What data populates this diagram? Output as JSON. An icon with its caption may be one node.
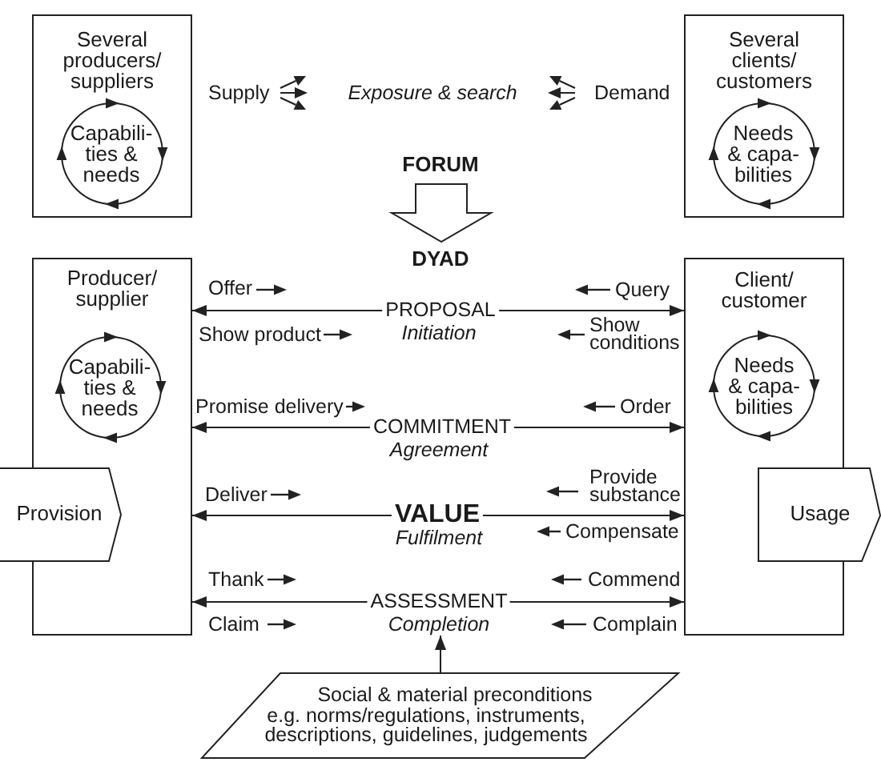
{
  "diagram": {
    "nodes": [
      {
        "text": [
          "Several producers/ suppliers"
        ]
      },
      {
        "text": [
          "Capabili- ties & needs"
        ],
        "in": 0
      },
      {
        "text": [
          "Several clients/ customers"
        ]
      },
      {
        "text": [
          "Needs & capa- bilities"
        ],
        "in": 2
      },
      {
        "text": [
          "FORUM"
        ]
      },
      {
        "text": [
          "DYAD"
        ]
      },
      {
        "text": [
          "Producer/ supplier"
        ]
      },
      {
        "text": [
          "Capabili- ties & needs"
        ],
        "in": 6
      },
      {
        "text": [
          "Client/ customer"
        ]
      },
      {
        "text": [
          "Needs & capa- bilities"
        ],
        "in": 8
      },
      {
        "text": [
          "Provision"
        ]
      },
      {
        "text": [
          "Usage"
        ]
      },
      {
        "text": [
          "Social & material preconditions",
          "e.g. norms/regulations, instruments, descriptions, guidelines, judgements"
        ]
      },
      {
        "text": [
          "Completion"
        ]
      }
    ],
    "edges": [
      {
        "from": 4,
        "to": 5,
        "arrow": "to",
        "style": "thick"
      },
      {
        "from": 6,
        "to": 8,
        "arrow": "both",
        "label": "PROPOSAL"
      },
      {
        "from": 6,
        "to": 8,
        "arrow": "both",
        "label": "COMMITMENT"
      },
      {
        "from": 6,
        "to": 8,
        "arrow": "both",
        "label": "VALUE"
      },
      {
        "from": 6,
        "to": 8,
        "arrow": "both",
        "label": "ASSESSMENT"
      },
      {
        "from": 12,
        "to": 13,
        "arrow": "to"
      }
    ],
    "labels": [
      "Supply",
      "Exposure & search",
      "Demand",
      "Offer",
      "Query",
      "Show product",
      "Initiation",
      "Show conditions",
      "Promise delivery",
      "Order",
      "Agreement",
      "Deliver",
      "Provide substance",
      "Fulfilment",
      "Compensate",
      "Thank",
      "Commend",
      "Claim",
      "Complain"
    ]
  }
}
